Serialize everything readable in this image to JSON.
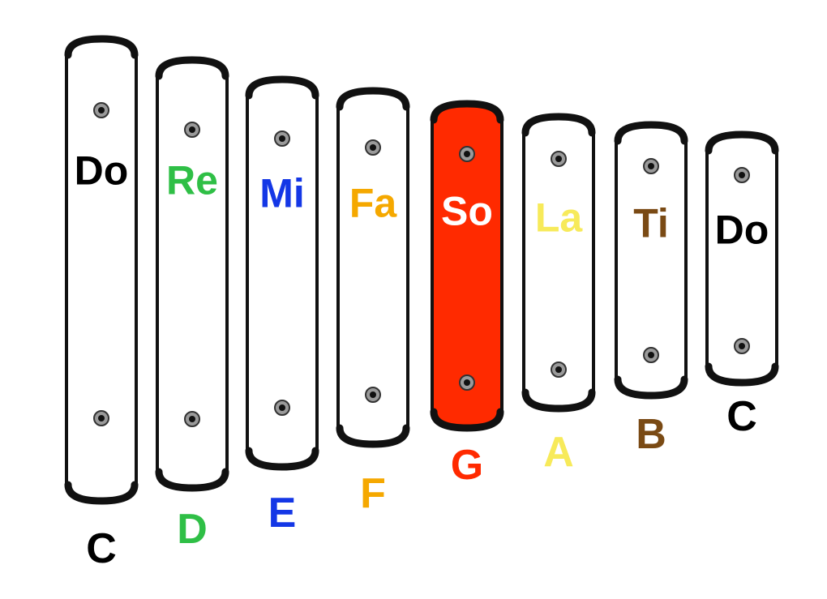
{
  "bars": [
    {
      "solfege": "Do",
      "letter": "C",
      "solfege_color": "#000000",
      "letter_color": "#000000",
      "fill": "#ffffff"
    },
    {
      "solfege": "Re",
      "letter": "D",
      "solfege_color": "#2fbf46",
      "letter_color": "#2fbf46",
      "fill": "#ffffff"
    },
    {
      "solfege": "Mi",
      "letter": "E",
      "solfege_color": "#1437e6",
      "letter_color": "#1437e6",
      "fill": "#ffffff"
    },
    {
      "solfege": "Fa",
      "letter": "F",
      "solfege_color": "#f5a800",
      "letter_color": "#f5a800",
      "fill": "#ffffff"
    },
    {
      "solfege": "So",
      "letter": "G",
      "solfege_color": "#ffffff",
      "letter_color": "#ff2a00",
      "fill": "#ff2a00"
    },
    {
      "solfege": "La",
      "letter": "A",
      "solfege_color": "#f7ea5a",
      "letter_color": "#f7ea5a",
      "fill": "#ffffff"
    },
    {
      "solfege": "Ti",
      "letter": "B",
      "solfege_color": "#7a4a14",
      "letter_color": "#7a4a14",
      "fill": "#ffffff"
    },
    {
      "solfege": "Do",
      "letter": "C",
      "solfege_color": "#000000",
      "letter_color": "#000000",
      "fill": "#ffffff"
    }
  ]
}
